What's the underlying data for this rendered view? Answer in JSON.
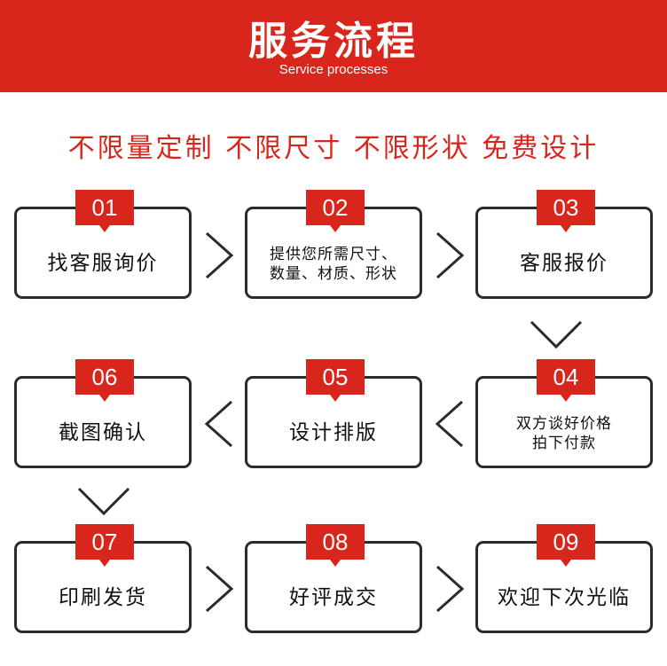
{
  "header": {
    "title": "服务流程",
    "subtitle": "Service processes"
  },
  "tagline": "不限量定制  不限尺寸  不限形状  免费设计",
  "steps": [
    {
      "number": "01",
      "label": "找客服询价"
    },
    {
      "number": "02",
      "label": "提供您所需尺寸、\n数量、材质、形状"
    },
    {
      "number": "03",
      "label": "客服报价"
    },
    {
      "number": "04",
      "label": "双方谈好价格\n拍下付款"
    },
    {
      "number": "05",
      "label": "设计排版"
    },
    {
      "number": "06",
      "label": "截图确认"
    },
    {
      "number": "07",
      "label": "印刷发货"
    },
    {
      "number": "08",
      "label": "好评成交"
    },
    {
      "number": "09",
      "label": "欢迎下次光临"
    }
  ],
  "colors": {
    "accent": "#d9261c",
    "border": "#2b2b2b",
    "text": "#111111"
  }
}
